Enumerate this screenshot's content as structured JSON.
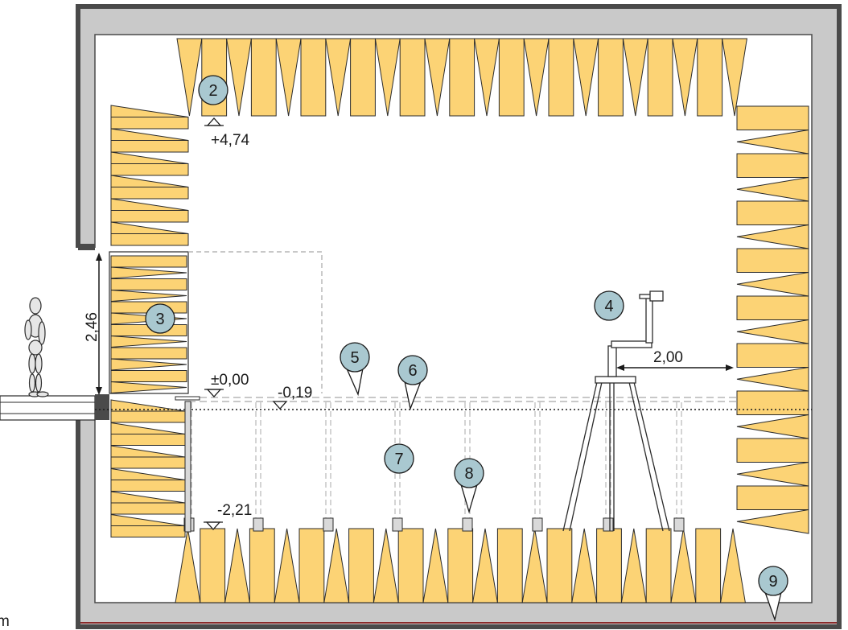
{
  "colors": {
    "absorber_fill": "#fcd375",
    "absorber_stroke": "#2b2b2b",
    "wall_outer": "#4a4a4a",
    "wall_inner": "#c9c9c9",
    "marker_fill": "#a9c8d0",
    "dashed": "#a8a8a8",
    "floor_edge": "#8a2a2a"
  },
  "elevations": {
    "top": "+4,74",
    "zero": "±0,00",
    "floor": "-0,19",
    "bottom": "-2,21"
  },
  "dimensions": {
    "door_height": "2,46",
    "mast_distance": "2,00"
  },
  "markers": [
    {
      "label": "2"
    },
    {
      "label": "3"
    },
    {
      "label": "4"
    },
    {
      "label": "5"
    },
    {
      "label": "6"
    },
    {
      "label": "7"
    },
    {
      "label": "8"
    },
    {
      "label": "9"
    }
  ],
  "unit_label": "m",
  "icons": {
    "human_figure": "human-figure-icon",
    "antenna_mast": "antenna-mast-icon",
    "elevation_marker": "elevation-triangle-icon"
  }
}
